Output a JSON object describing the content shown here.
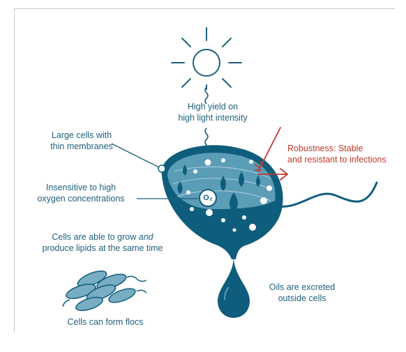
{
  "colors": {
    "cell_dark": "#0f5d7c",
    "cell_light": "#5b9cb7",
    "label_blue": "#1f5f7a",
    "label_red": "#c0392b",
    "floc_fill": "#79adc4",
    "border": "#c9c9c9"
  },
  "labels": {
    "light_yield": [
      "High yield on",
      "high light intensity"
    ],
    "large_cells": [
      "Large cells with",
      "thin membranes"
    ],
    "oxygen": [
      "Insensitive to high",
      "oxygen concentrations"
    ],
    "robustness": [
      "Robustness: Stable",
      "and resistant to infections"
    ],
    "lipids_line1": "Cells are able to grow ",
    "lipids_emph": "and",
    "lipids_line2": "produce lipids at the same time",
    "oils": [
      "Oils are excreted",
      "outside cells"
    ],
    "flocs": "Cells can form flocs",
    "o2_badge": "O₂"
  },
  "icons": {
    "sun": "sun-icon",
    "arrow": "red-arrow-icon",
    "drop": "oil-drop-icon"
  }
}
